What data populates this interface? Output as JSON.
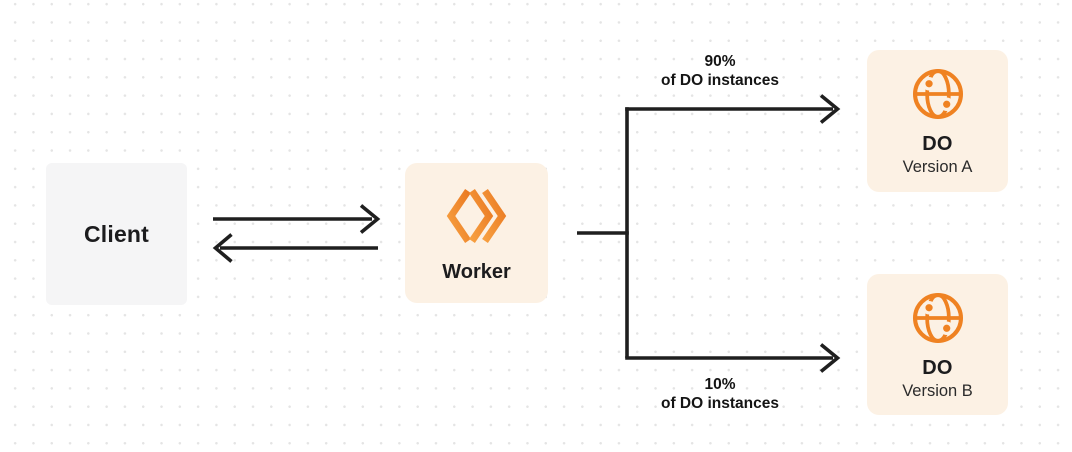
{
  "colors": {
    "orange": "#ef8222",
    "cream": "#fcf1e4",
    "client-gray": "#f5f5f6",
    "line": "#1f1f1f",
    "dot": "#e4e4e4"
  },
  "nodes": {
    "client": {
      "label": "Client"
    },
    "worker": {
      "label": "Worker",
      "icon": "cloudflare-workers-icon"
    },
    "do_version_a": {
      "title": "DO",
      "subtitle": "Version A",
      "icon": "durable-object-globe-icon"
    },
    "do_version_b": {
      "title": "DO",
      "subtitle": "Version B",
      "icon": "durable-object-globe-icon"
    }
  },
  "edges": {
    "client_worker": {
      "type": "bidirectional-arrows"
    },
    "split_top": {
      "pct": "90%",
      "caption": "of DO instances",
      "target": "DO Version A"
    },
    "split_bottom": {
      "pct": "10%",
      "caption": "of DO instances",
      "target": "DO Version B"
    }
  }
}
